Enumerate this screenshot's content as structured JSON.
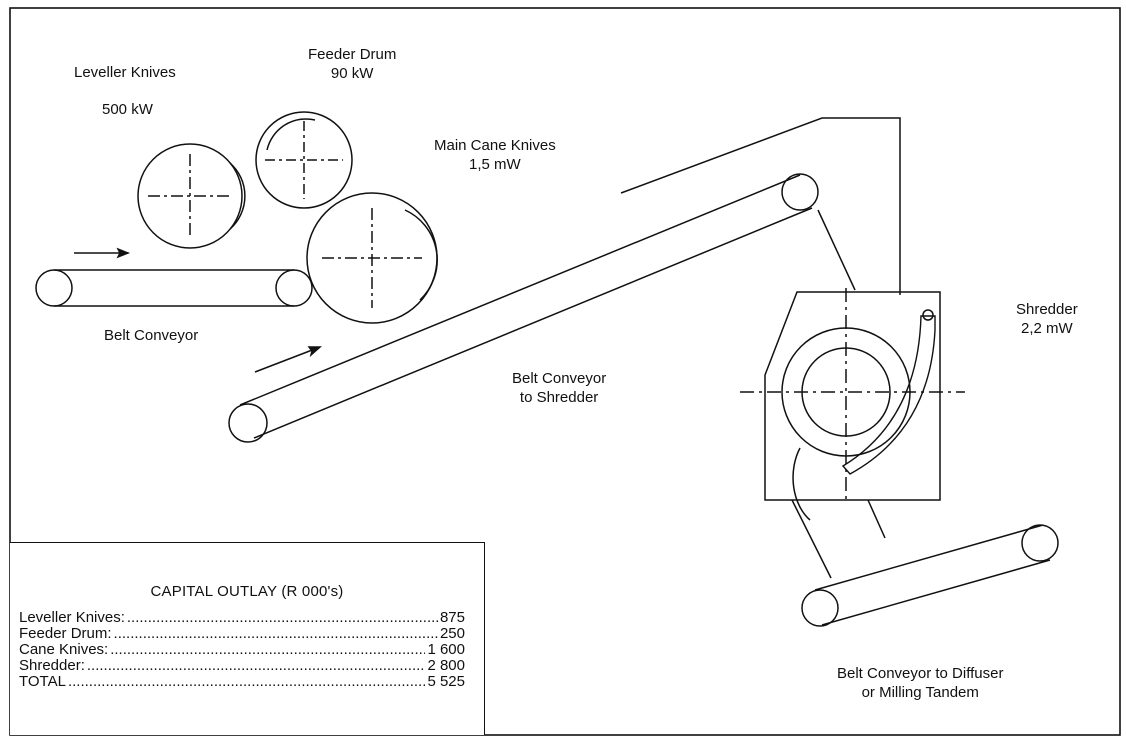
{
  "labels": {
    "leveller_knives": {
      "name": "Leveller Knives",
      "power": "500 kW"
    },
    "feeder_drum": {
      "name": "Feeder Drum",
      "power": "90 kW"
    },
    "main_cane_knives": {
      "name": "Main Cane Knives",
      "power": "1,5 mW"
    },
    "belt_conveyor": "Belt Conveyor",
    "belt_conveyor_to_shredder": {
      "line1": "Belt Conveyor",
      "line2": "to Shredder"
    },
    "shredder": {
      "name": "Shredder",
      "power": "2,2 mW"
    },
    "belt_conveyor_to_diffuser": {
      "line1": "Belt Conveyor to Diffuser",
      "line2": "or Milling Tandem"
    }
  },
  "capital_outlay": {
    "title": "CAPITAL OUTLAY (R 000's)",
    "rows": [
      {
        "name": "Leveller Knives:",
        "value": "875"
      },
      {
        "name": "Feeder Drum:",
        "value": "250"
      },
      {
        "name": "Cane Knives:",
        "value": "1 600"
      },
      {
        "name": "Shredder:",
        "value": "2 800"
      },
      {
        "name": "TOTAL",
        "value": "5 525"
      }
    ]
  }
}
